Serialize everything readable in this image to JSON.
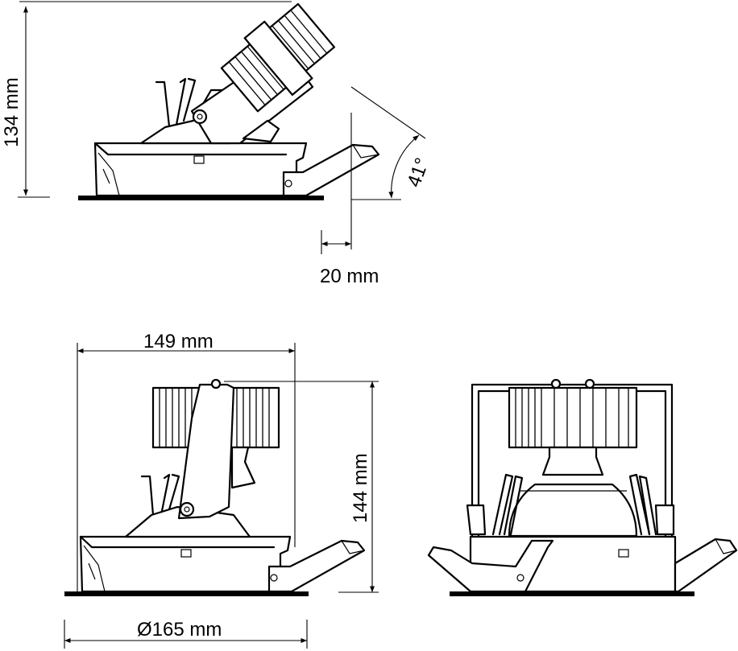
{
  "dimensions": {
    "side_tilted_height": "134 mm",
    "tilt_angle": "41°",
    "protrusion": "20 mm",
    "width_149": "149 mm",
    "height_144": "144 mm",
    "diameter": "Ø165 mm"
  }
}
